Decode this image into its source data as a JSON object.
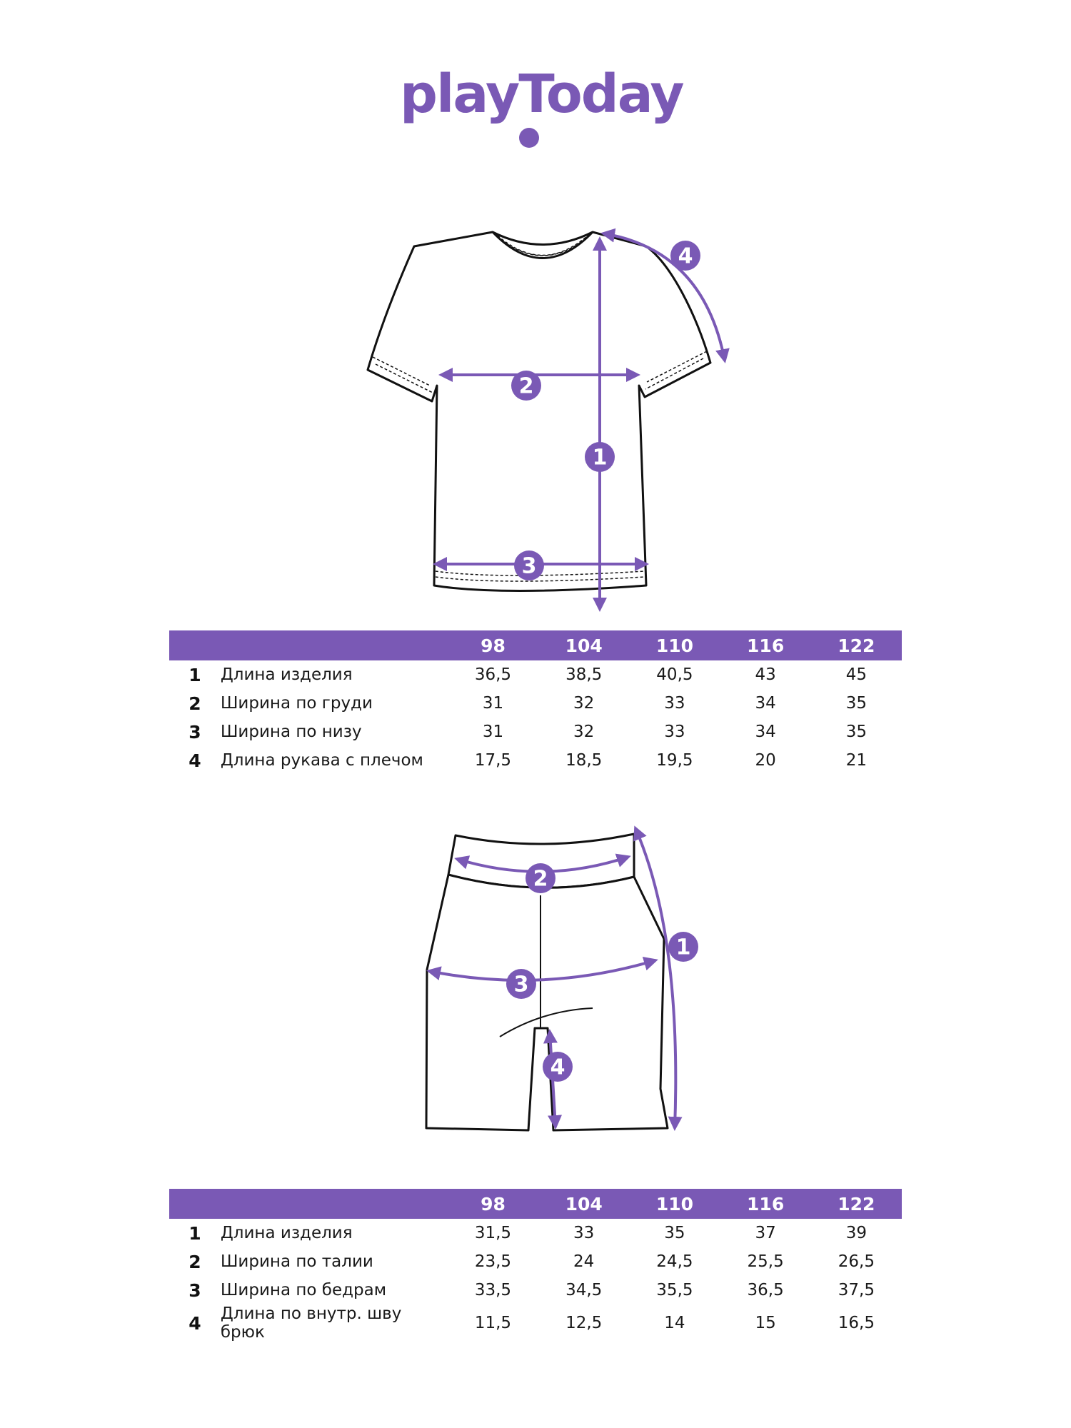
{
  "brand": {
    "logo_text": "playToday"
  },
  "tshirt_diagram": {
    "markers": [
      "1",
      "2",
      "3",
      "4"
    ]
  },
  "shorts_diagram": {
    "markers": [
      "1",
      "2",
      "3",
      "4"
    ]
  },
  "tables": [
    {
      "sizes": [
        "98",
        "104",
        "110",
        "116",
        "122"
      ],
      "rows": [
        {
          "num": "1",
          "label": "Длина изделия",
          "values": [
            "36,5",
            "38,5",
            "40,5",
            "43",
            "45"
          ]
        },
        {
          "num": "2",
          "label": "Ширина по груди",
          "values": [
            "31",
            "32",
            "33",
            "34",
            "35"
          ]
        },
        {
          "num": "3",
          "label": "Ширина по низу",
          "values": [
            "31",
            "32",
            "33",
            "34",
            "35"
          ]
        },
        {
          "num": "4",
          "label": "Длина рукава с плечом",
          "values": [
            "17,5",
            "18,5",
            "19,5",
            "20",
            "21"
          ]
        }
      ]
    },
    {
      "sizes": [
        "98",
        "104",
        "110",
        "116",
        "122"
      ],
      "rows": [
        {
          "num": "1",
          "label": "Длина изделия",
          "values": [
            "31,5",
            "33",
            "35",
            "37",
            "39"
          ]
        },
        {
          "num": "2",
          "label": "Ширина по талии",
          "values": [
            "23,5",
            "24",
            "24,5",
            "25,5",
            "26,5"
          ]
        },
        {
          "num": "3",
          "label": "Ширина по бедрам",
          "values": [
            "33,5",
            "34,5",
            "35,5",
            "36,5",
            "37,5"
          ]
        },
        {
          "num": "4",
          "label": "Длина по внутр. шву брюк",
          "values": [
            "11,5",
            "12,5",
            "14",
            "15",
            "16,5"
          ]
        }
      ]
    }
  ],
  "colors": {
    "accent": "#7a59b5",
    "outline": "#111111"
  }
}
